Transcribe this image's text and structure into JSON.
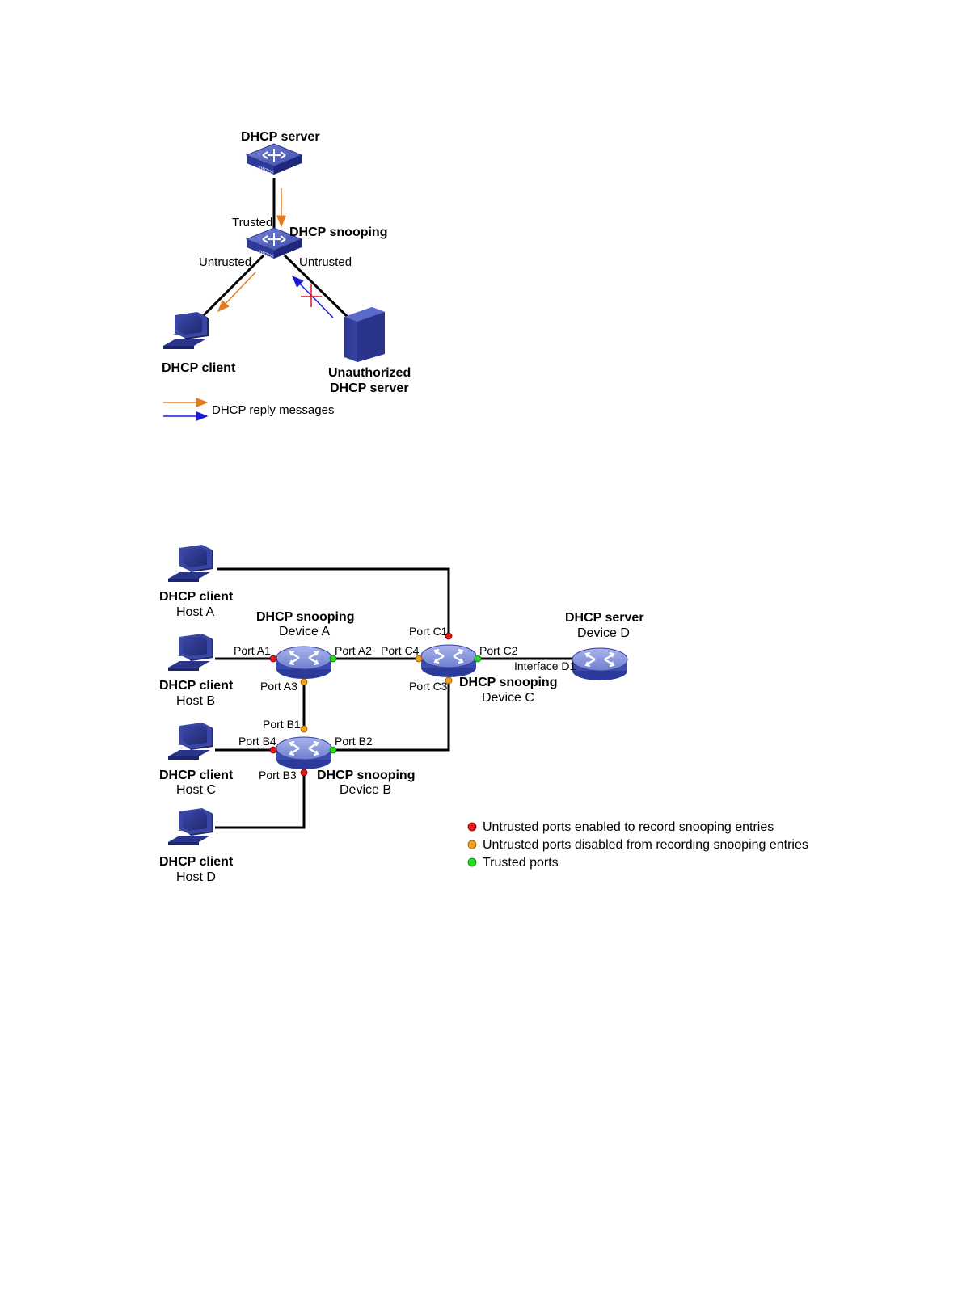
{
  "figure1": {
    "dhcp_server": "DHCP server",
    "dhcp_snooping": "DHCP snooping",
    "trusted": "Trusted",
    "untrusted_left": "Untrusted",
    "untrusted_right": "Untrusted",
    "dhcp_client": "DHCP client",
    "unauthorized_line1": "Unauthorized",
    "unauthorized_line2": "DHCP server",
    "legend_label": "DHCP reply messages",
    "colors": {
      "orange_arrow": "#e87a1e",
      "blue_arrow": "#1a1ad6",
      "block_mark": "#e0141e"
    }
  },
  "figure2": {
    "host_a": {
      "role": "DHCP client",
      "name": "Host A"
    },
    "host_b": {
      "role": "DHCP client",
      "name": "Host B"
    },
    "host_c": {
      "role": "DHCP client",
      "name": "Host C"
    },
    "host_d": {
      "role": "DHCP client",
      "name": "Host D"
    },
    "device_a": {
      "role": "DHCP snooping",
      "name": "Device A"
    },
    "device_b": {
      "role": "DHCP snooping",
      "name": "Device B"
    },
    "device_c": {
      "role": "DHCP snooping",
      "name": "Device C"
    },
    "device_d": {
      "role": "DHCP server",
      "name": "Device D"
    },
    "ports": {
      "a1": "Port A1",
      "a2": "Port A2",
      "a3": "Port A3",
      "b1": "Port B1",
      "b2": "Port B2",
      "b3": "Port B3",
      "b4": "Port B4",
      "c1": "Port C1",
      "c2": "Port C2",
      "c3": "Port C3",
      "c4": "Port C4",
      "d1": "Interface D1"
    },
    "legend": {
      "red": "Untrusted ports enabled to record snooping entries",
      "orange": "Untrusted ports disabled from recording snooping entries",
      "green": "Trusted ports"
    },
    "colors": {
      "red": "#e01818",
      "orange": "#f0a020",
      "green": "#22dd22"
    }
  }
}
